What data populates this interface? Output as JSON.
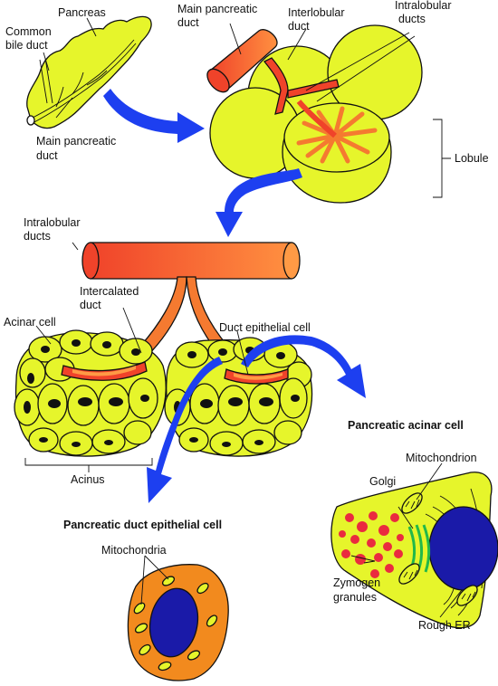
{
  "labels": {
    "pancreas": "Pancreas",
    "common_bile_duct_1": "Common",
    "common_bile_duct_2": "bile duct",
    "main_pancreatic_duct_left_1": "Main pancreatic",
    "main_pancreatic_duct_left_2": "duct",
    "main_pancreatic_duct_top_1": "Main pancreatic",
    "main_pancreatic_duct_top_2": "duct",
    "interlobular_ducts_1": "Interlobular",
    "interlobular_ducts_2": "duct",
    "intralobular_ducts_top_1": "Intralobular",
    "intralobular_ducts_top_2": "ducts",
    "lobule": "Lobule",
    "intralobular_ducts_mid_1": "Intralobular",
    "intralobular_ducts_mid_2": "ducts",
    "intercalated_duct_1": "Intercalated",
    "intercalated_duct_2": "duct",
    "acinar_cell": "Acinar cell",
    "duct_epithelial_cell": "Duct epithelial cell",
    "acinus": "Acinus",
    "pancreatic_acinar_cell_title": "Pancreatic acinar cell",
    "mitochondrion": "Mitochondrion",
    "golgi": "Golgi",
    "zymogen_granules_1": "Zymogen",
    "zymogen_granules_2": "granules",
    "rough_er": "Rough ER",
    "pancreatic_duct_epithelial_cell_title": "Pancreatic duct epithelial cell",
    "mitochondria": "Mitochondria"
  },
  "colors": {
    "tissue_fill": "#e6f52b",
    "duct_dark": "#f0432a",
    "duct_light": "#ff9040",
    "arrow": "#1d3ff0",
    "nucleus_blue": "#1a1aa8",
    "cell_orange": "#f28a1e",
    "granule_red": "#ea2b3f",
    "golgi_green": "#22b84a",
    "acinar_nucleus": "#111111"
  }
}
